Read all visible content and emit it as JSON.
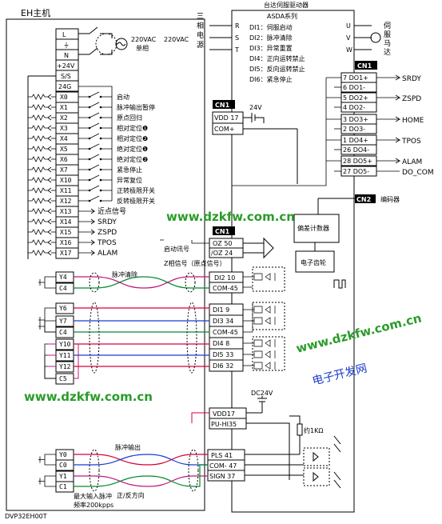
{
  "plc": {
    "title": "EH主机",
    "model": "DVP32EH00T",
    "power_terminals": [
      "L",
      "⏚",
      "N",
      "+24V",
      "S/S",
      "24G"
    ],
    "supply_label": "220VAC",
    "supply_phase": "单相",
    "inputs": [
      {
        "term": "X0",
        "label": "启动"
      },
      {
        "term": "X1",
        "label": "脉冲输出暂停"
      },
      {
        "term": "X2",
        "label": "原点回归"
      },
      {
        "term": "X3",
        "label": "相对定位❶"
      },
      {
        "term": "X4",
        "label": "相对定位❷"
      },
      {
        "term": "X5",
        "label": "绝对定位❶"
      },
      {
        "term": "X6",
        "label": "绝对定位❷"
      },
      {
        "term": "X7",
        "label": "紧急停止"
      },
      {
        "term": "X10",
        "label": "异常复位"
      },
      {
        "term": "X11",
        "label": "正转极限开关"
      },
      {
        "term": "X12",
        "label": "反转极限开关"
      },
      {
        "term": "X13",
        "label": "近点信号"
      },
      {
        "term": "X14",
        "label": "SRDY"
      },
      {
        "term": "X15",
        "label": "ZSPD"
      },
      {
        "term": "X16",
        "label": "TPOS"
      },
      {
        "term": "X17",
        "label": "ALAM"
      }
    ],
    "outputs_a": [
      "Y4",
      "C4"
    ],
    "outputs_b": [
      "Y6",
      "Y7",
      "C4",
      "Y10",
      "Y11",
      "Y12",
      "C5"
    ],
    "outputs_c": [
      "Y0",
      "C0",
      "Y1",
      "C1"
    ],
    "max_pulse_note_1": "最大输入脉冲",
    "max_pulse_note_2": "频率200kpps"
  },
  "servo": {
    "title": "台达伺服驱动器",
    "series": "ASDA系列",
    "supply_label": "220VAC",
    "phase_chars": [
      "三",
      "相",
      "电",
      "源"
    ],
    "rst": [
      "R",
      "S",
      "T"
    ],
    "uvw": [
      "U",
      "V",
      "W"
    ],
    "motor_chars": [
      "伺",
      "服",
      "马",
      "达"
    ],
    "di_list": [
      "DI1：伺服启动",
      "DI2：脉冲清除",
      "DI3：异常重置",
      "DI4：正向运转禁止",
      "DI5：反向运转禁止",
      "DI6：紧急停止"
    ],
    "cn1": "CN1",
    "cn2": "CN2",
    "encoder_label": "编码器",
    "divider_label": "偏差计数器",
    "gear_label": "电子齿轮",
    "vdd_24v": "24V",
    "vdd_block": [
      "VDD 17",
      "COM+"
    ],
    "do_terms": [
      "7 DO1+",
      "6 DO1-",
      "5 DO2+",
      "4 DO2-",
      "3 DO3+",
      "2 DO3-",
      "1 DO4+",
      "26 DO4-",
      "28 DO5+",
      "27 DO5-"
    ],
    "do_signals": [
      "SRDY",
      "ZSPD",
      "HOME",
      "TPOS",
      "ALAM",
      "DO_COM"
    ],
    "z_block": [
      "OZ 50",
      "/OZ 24"
    ],
    "z_label": "启动讯号",
    "z_signal": "Z相信号（原点信号）",
    "pulse_clear_label": "脉冲清除",
    "di2_block": [
      "DI2 10",
      "COM-45"
    ],
    "di_block": [
      "DI1 9",
      "DI3 34",
      "COM-45",
      "DI4 8",
      "DI5 33",
      "DI6 32"
    ],
    "dc24v": "DC24V",
    "pu_block": [
      "VDD17",
      "PU-HI35"
    ],
    "resistor": "约1KΩ",
    "pulse_block": [
      "PLS 41",
      "COM- 47",
      "SIGN 37"
    ],
    "pulse_out_label": "脉冲输出",
    "dir_label": "正/反方向"
  },
  "watermarks": [
    "www.dzkfw.com.cn",
    "www.dzkfw.com.cn",
    "www.dzkfw.com.cn",
    "电子开发网"
  ],
  "colors": {
    "red": "#d6003a",
    "green": "#008a2e",
    "blue": "#1a3cd0",
    "magenta": "#c0187a",
    "wm_green": "#2a9c2a",
    "wm_blue": "#1a3ccc"
  }
}
